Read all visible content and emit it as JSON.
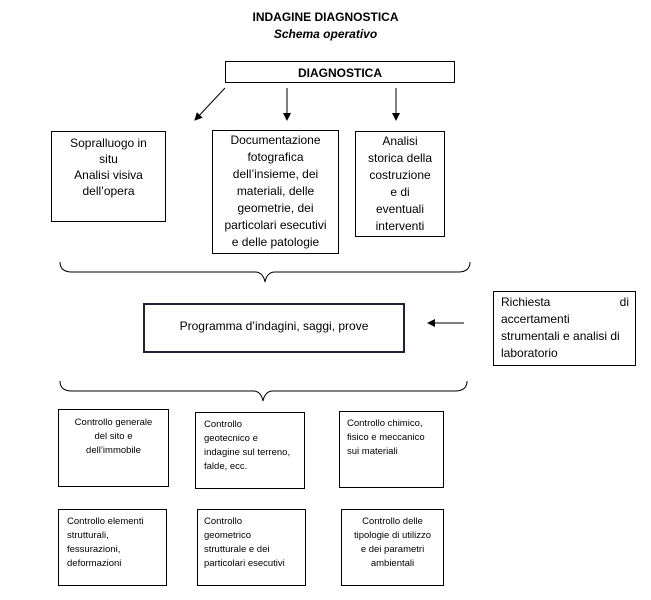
{
  "header": {
    "title": "INDAGINE DIAGNOSTICA",
    "subtitle": "Schema operativo"
  },
  "diagnostica": {
    "label": "DIAGNOSTICA"
  },
  "top_boxes": [
    {
      "text": "Sopralluogo in\nsitu\nAnalisi visiva\ndell’opera"
    },
    {
      "text": "Documentazione\nfotografica\ndell’insieme, dei\nmateriali, delle\ngeometrie, dei\nparticolari esecutivi\ne delle patologie"
    },
    {
      "text": "Analisi\nstorica della\ncostruzione\ne di\neventuali\ninterventi"
    }
  ],
  "programma": {
    "label": "Programma d’indagini, saggi, prove"
  },
  "richiesta": {
    "line1_left": "Richiesta",
    "line1_right": "di",
    "line2": "accertamenti",
    "line3": "strumentali e analisi di",
    "line4": "laboratorio"
  },
  "bottom_boxes": [
    {
      "text": "Controllo generale\ndel sito e\ndell’immobile"
    },
    {
      "text": "Controllo\ngeotecnico e\nindagine sul terreno,\nfalde, ecc."
    },
    {
      "text": "Controllo chimico,\nfisico e meccanico\nsui materiali"
    },
    {
      "text": "Controllo elementi\nstrutturali,\nfessurazioni,\ndeformazioni"
    },
    {
      "text": "Controllo\ngeometrico\nstrutturale e dei\nparticolari esecutivi"
    },
    {
      "text": "Controllo delle\ntipologie di utilizzo\ne dei parametri\nambientali"
    }
  ]
}
